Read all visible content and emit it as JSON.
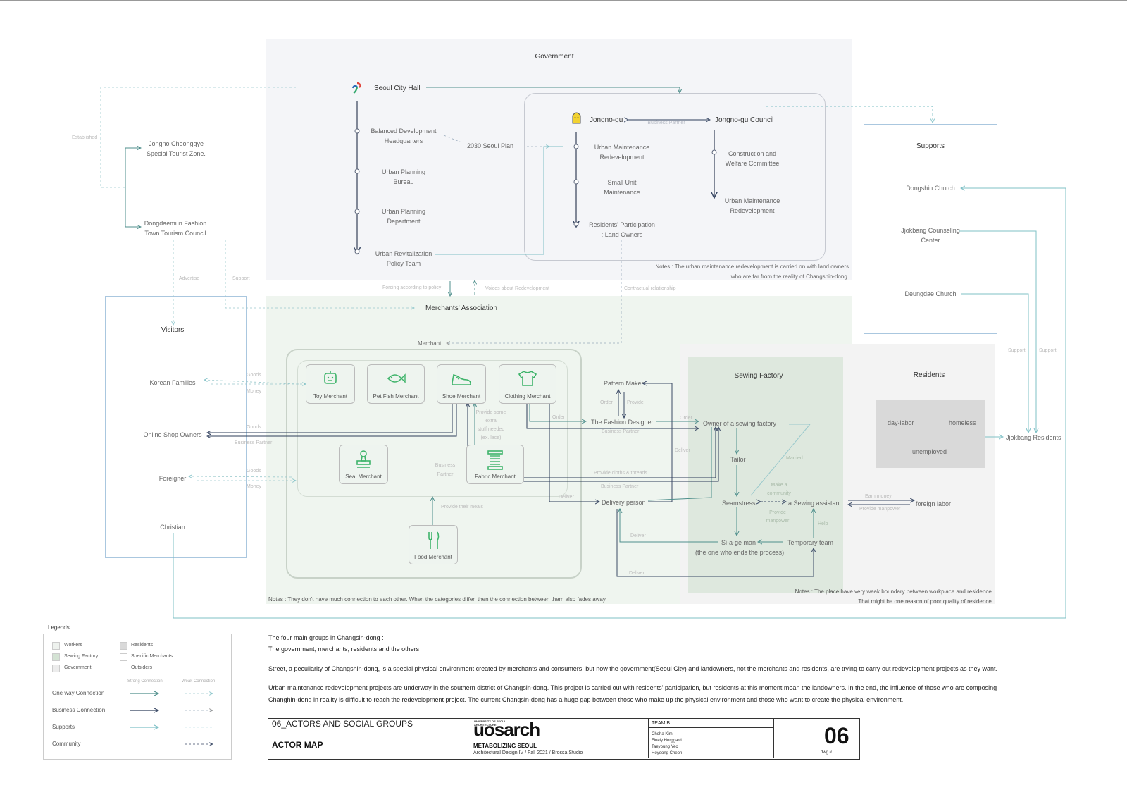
{
  "zones": {
    "government": "Government",
    "merchants_association": "Merchants' Association",
    "visitors": "Visitors",
    "supports": "Supports",
    "sewing_factory": "Sewing Factory",
    "residents": "Residents"
  },
  "government": {
    "city_hall": "Seoul City Hall",
    "seoul_plan": "2030 Seoul Plan",
    "city_hall_items": [
      [
        "Balanced Development",
        "Headquarters"
      ],
      [
        "Urban Planning",
        "Bureau"
      ],
      [
        "Urban Planning",
        "Department"
      ],
      [
        "Urban Revitalization",
        "Policy Team"
      ]
    ],
    "jongno_gu": "Jongno-gu",
    "jongno_council": "Jongno-gu Council",
    "business_partner": "Business Partner",
    "jongno_items": [
      [
        "Urban Maintenance",
        "Redevelopment"
      ],
      [
        "Small Unit",
        "Maintenance"
      ],
      [
        "Residents' Participation",
        ": Land Owners"
      ]
    ],
    "council_items": [
      [
        "Construction and",
        "Welfare Committee"
      ],
      [
        "Urban Maintenance",
        "Redevelopment"
      ]
    ],
    "notes": [
      "Notes : The urban maintenance redevelopment is carried on with land owners",
      "who are far from the reality of Changshin-dong."
    ]
  },
  "left": {
    "established": "Established",
    "cheonggye": [
      "Jongno Cheonggye",
      "Special Tourist Zone."
    ],
    "dongdaemun": [
      "Dongdaemun Fashion",
      "Town Tourism Council"
    ],
    "advertise": "Advertise",
    "support": "Support"
  },
  "flows": {
    "forcing": "Forcing according to policy",
    "voices": "Voices about Redevelopment",
    "contractual": "Contractual relationship",
    "merchant": "Merchant",
    "goods": "Goods",
    "money": "Money",
    "business_partner": "Business Partner",
    "provide_stuff": [
      "Provide some",
      "extra",
      "stuff needed",
      "(ex. lace)"
    ],
    "provide_meals": "Provide their meals",
    "order": "Order",
    "provide": "Provide",
    "deliver": "Deliver",
    "provide_cloths": "Provide cloths & threads",
    "married": "Married",
    "make_community": [
      "Make a",
      "community"
    ],
    "provide_manpower": [
      "Provide",
      "manpower"
    ],
    "help": "Help",
    "earn_money": "Earn money",
    "provide_manpower2": "Provide manpower"
  },
  "visitors": [
    "Korean Families",
    "Online Shop Owners",
    "Foreigner",
    "Christian"
  ],
  "merchants": {
    "toy": "Toy Merchant",
    "petfish": "Pet Fish Merchant",
    "shoe": "Shoe Merchant",
    "clothing": "Clothing Merchant",
    "seal": "Seal Merchant",
    "fabric": "Fabric Merchant",
    "food": "Food Merchant",
    "notes": "Notes : They don't have much connection to each other. When the categories differ, then the connection between them also fades away."
  },
  "actors": {
    "pattern_maker": "Pattern Maker",
    "fashion_designer": "The Fashion Designer",
    "delivery_person": "Delivery person",
    "owner": "Owner of a sewing factory",
    "tailor": "Tailor",
    "seamstress": "Seamstress",
    "assistant": "a Sewing assistant",
    "sigae": "Si-a-ge man",
    "sigae_note": "(the one who ends the process)",
    "temporary": "Temporary team",
    "foreign_labor": "foreign labor"
  },
  "supports": [
    "Dongshin Church",
    [
      "Jjokbang Counseling",
      "Center"
    ],
    "Deungdae Church"
  ],
  "residents": {
    "items": [
      "day-labor",
      "homeless",
      "unemployed"
    ],
    "jjokbang": "Jjokbang Residents",
    "support_label": "Support",
    "notes": [
      "Notes : The place have very weak boundary between workplace and residence.",
      "That might be one reason of poor quality of residence."
    ]
  },
  "legend": {
    "title": "Legends",
    "swatches": [
      {
        "label": "Workers",
        "color": "#eef2ee"
      },
      {
        "label": "Residents",
        "color": "#d9d9d9"
      },
      {
        "label": "Sewing Factory",
        "color": "#d4e3d4"
      },
      {
        "label": "Specific Merchants",
        "color": "#ffffff"
      },
      {
        "label": "Government",
        "color": "#ececec"
      },
      {
        "label": "Outsiders",
        "color": "#ffffff"
      }
    ],
    "strong": "Strong Connection",
    "weak": "Weak Connection",
    "rows": [
      {
        "label": "One way Connection",
        "color": "#4f8f8c"
      },
      {
        "label": "Business Connection",
        "color": "#2d3d5a"
      },
      {
        "label": "Supports",
        "color": "#7fc0c6"
      },
      {
        "label": "Community",
        "color": "#3b4a66"
      }
    ]
  },
  "text": {
    "line1": "The four main groups in Changsin-dong :",
    "line2": "The government, merchants, residents and the others",
    "para1": "Street, a peculiarity of Changshin-dong, is a special physical environment created by merchants and consumers, but now the government(Seoul City) and landowners, not the merchants and residents, are trying to carry out redevelopment projects as they want.",
    "para2a": "Urban maintenance redevelopment projects are underway in the southern district of Changsin-dong. This project is carried out with residents' participation, but residents at this moment mean the landowners. In the end, the influence of those who are composing",
    "para2b": "Changhin-dong in reality is difficult to reach the redevelopment project. The current Changsin-dong has a huge gap between those who make up the physical environment and those who want to create the physical environment."
  },
  "titleblock": {
    "section": "06_ACTORS AND SOCIAL GROUPS",
    "title": "ACTOR MAP",
    "univ_small": [
      "UNIVERSITY OF SEOUL",
      "ARCHITECTURE"
    ],
    "logo": "uosarch",
    "course": "METABOLIZING SEOUL",
    "course_sub": "Architectural Design IV / Fall 2021 / Brossa Studio",
    "team": "TEAM B",
    "members": [
      "Choha Kim",
      "Finely Horggard",
      "Taeyoung Yeo",
      "Hoyeong Cheon"
    ],
    "number": "06",
    "dwg": "dwg #"
  }
}
